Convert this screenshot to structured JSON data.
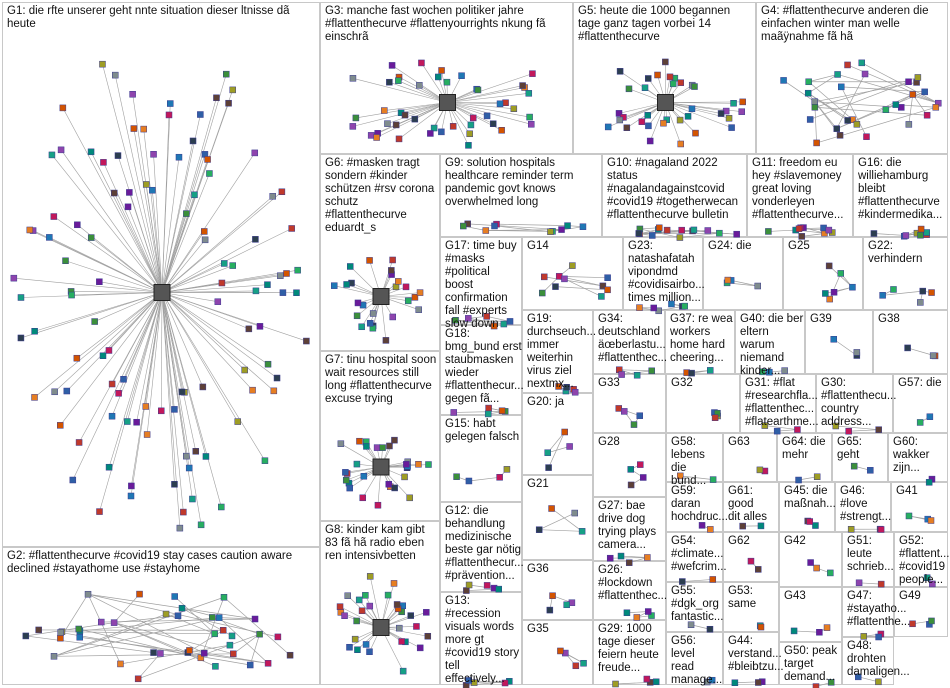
{
  "graph": {
    "edge_color": "#a0a0a0",
    "highlight_edge_color": "#d9534f",
    "node_border_color": "#3b3b8f",
    "groups": [
      {
        "id": "G1",
        "label": "G1: die rfte unserer geht nnte situation dieser ltnisse dã\nheute",
        "hub": true,
        "nodes": 110
      },
      {
        "id": "G2",
        "label": "G2: #flattenthecurve #covid19 stay cases caution aware\ndeclined #stayathome use #stayhome",
        "hub": false,
        "nodes": 40
      },
      {
        "id": "G3",
        "label": "G3: manche fast wochen politiker jahre\n#flattenthecurve #flattenyourrights nkung fã\neinschrã",
        "hub": true,
        "nodes": 45
      },
      {
        "id": "G4",
        "label": "G4: #flattenthecurve anderen die\neinfachen winter man welle\nmaãÿnahme fã hã",
        "hub": false,
        "nodes": 30
      },
      {
        "id": "G5",
        "label": "G5: heute die 1000 begannen\ntage ganz tagen vorbei 14\n#flattenthecurve",
        "hub": true,
        "nodes": 35
      },
      {
        "id": "G6",
        "label": "G6: #masken tragt\nsondern #kinder\nschützen #rsv corona\nschutz\n#flattenthecurve\neduardt_s",
        "hub": true,
        "nodes": 25
      },
      {
        "id": "G7",
        "label": "G7: tinu hospital soon\nwait resources still\nlong #flattenthecurve\nexcuse trying",
        "hub": true,
        "nodes": 28
      },
      {
        "id": "G8",
        "label": "G8: kinder kam gibt\n83 fã hã radio eben\nren intensivbetten",
        "hub": true,
        "nodes": 30
      },
      {
        "id": "G9",
        "label": "G9: solution hospitals\nhealthcare reminder term\npandemic govt knows\noverwhelmed long",
        "hub": false,
        "nodes": 10
      },
      {
        "id": "G10",
        "label": "G10: #nagaland 2022\nstatus\n#nagalandagainstcovid\n#covid19 #togetherwecan\n#flattenthecurve bulletin",
        "hub": false,
        "nodes": 14
      },
      {
        "id": "G11",
        "label": "G11: freedom eu\nhey #slavemoney\ngreat loving\nvonderleyen\n#flattenthecurve...",
        "hub": false,
        "nodes": 10
      },
      {
        "id": "G12",
        "label": "G12: die\nbehandlung\nmedizinische\nbeste gar nötig\n#flattenthecur...\n#prävention...",
        "hub": false,
        "nodes": 5
      },
      {
        "id": "G13",
        "label": "G13:\n#recession\nvisuals words\nmore gt\n#covid19 story\ntell effectively...",
        "hub": false,
        "nodes": 5
      },
      {
        "id": "G14",
        "label": "G14",
        "hub": false,
        "nodes": 10
      },
      {
        "id": "G15",
        "label": "G15: habt\ngelegen falsch",
        "hub": false,
        "nodes": 4
      },
      {
        "id": "G16",
        "label": "G16: die\nwilliehamburg\nbleibt\n#flattenthecurve\n#kindermedika...",
        "hub": false,
        "nodes": 8
      },
      {
        "id": "G17",
        "label": "G17: time buy\n#masks\n#political boost\nconfirmation\nfall #experts\nslow down",
        "hub": false,
        "nodes": 6
      },
      {
        "id": "G18",
        "label": "G18:\nbmg_bund erst\nstaubmasken\nwieder\n#flattenthecur...\ngegen fã...",
        "hub": false,
        "nodes": 5
      },
      {
        "id": "G19",
        "label": "G19:\ndurchseuch...\nimmer\nweiterhin\nvirus ziel\nnextmx...",
        "hub": false,
        "nodes": 5
      },
      {
        "id": "G20",
        "label": "G20: ja",
        "hub": false,
        "nodes": 4
      },
      {
        "id": "G21",
        "label": "G21",
        "hub": false,
        "nodes": 4
      },
      {
        "id": "G22",
        "label": "G22:\nverhindern",
        "hub": false,
        "nodes": 5
      },
      {
        "id": "G23",
        "label": "G23:\nnatashafatah\nvipondmd\n#covidisairbo...\ntimes million...",
        "hub": false,
        "nodes": 6
      },
      {
        "id": "G24",
        "label": "G24: die",
        "hub": false,
        "nodes": 4
      },
      {
        "id": "G25",
        "label": "G25",
        "hub": false,
        "nodes": 6
      },
      {
        "id": "G26",
        "label": "G26:\n#lockdown\n#flattenthec...",
        "hub": false,
        "nodes": 4
      },
      {
        "id": "G27",
        "label": "G27: bae\ndrive dog\ntrying plays\ncamera...",
        "hub": false,
        "nodes": 4
      },
      {
        "id": "G28",
        "label": "G28",
        "hub": false,
        "nodes": 4
      },
      {
        "id": "G29",
        "label": "G29: 1000\ntage dieser\nfeiern heute\nfreude...",
        "hub": false,
        "nodes": 4
      },
      {
        "id": "G30",
        "label": "G30:\n#flattenthecu...\ncountry\naddress...",
        "hub": false,
        "nodes": 3
      },
      {
        "id": "G31",
        "label": "G31: #flat\n#researchfla...\n#flattenthec...\n#flatearthme...",
        "hub": false,
        "nodes": 3
      },
      {
        "id": "G32",
        "label": "G32",
        "hub": false,
        "nodes": 4
      },
      {
        "id": "G33",
        "label": "G33",
        "hub": false,
        "nodes": 4
      },
      {
        "id": "G34",
        "label": "G34:\ndeutschland\näœberlastu...\n#flattenthec...",
        "hub": false,
        "nodes": 4
      },
      {
        "id": "G35",
        "label": "G35",
        "hub": false,
        "nodes": 4
      },
      {
        "id": "G36",
        "label": "G36",
        "hub": false,
        "nodes": 4
      },
      {
        "id": "G37",
        "label": "G37: re wea\nworkers\nhome hard\ncheering...",
        "hub": false,
        "nodes": 3
      },
      {
        "id": "G38",
        "label": "G38",
        "hub": false,
        "nodes": 3
      },
      {
        "id": "G39",
        "label": "G39",
        "hub": false,
        "nodes": 3
      },
      {
        "id": "G40",
        "label": "G40: die ber\neltern warum\nniemand\nkinder...",
        "hub": false,
        "nodes": 3
      },
      {
        "id": "G41",
        "label": "G41",
        "hub": false,
        "nodes": 3
      },
      {
        "id": "G42",
        "label": "G42",
        "hub": false,
        "nodes": 3
      },
      {
        "id": "G43",
        "label": "G43",
        "hub": false,
        "nodes": 3
      },
      {
        "id": "G44",
        "label": "G44:\nverstand...\n#bleibtzu...",
        "hub": false,
        "nodes": 3
      },
      {
        "id": "G45",
        "label": "G45: die\nmaßnah...",
        "hub": false,
        "nodes": 3
      },
      {
        "id": "G46",
        "label": "G46:\n#love\n#strengt...",
        "hub": false,
        "nodes": 3
      },
      {
        "id": "G47",
        "label": "G47:\n#stayatho...\n#flattenthe...",
        "hub": false,
        "nodes": 3
      },
      {
        "id": "G48",
        "label": "G48:\ndrohten\ndamaligen...",
        "hub": false,
        "nodes": 2
      },
      {
        "id": "G49",
        "label": "G49",
        "hub": false,
        "nodes": 3
      },
      {
        "id": "G50",
        "label": "G50: peak\ntarget\ndemand...",
        "hub": false,
        "nodes": 2
      },
      {
        "id": "G51",
        "label": "G51:\nleute\nschrieb...",
        "hub": false,
        "nodes": 2
      },
      {
        "id": "G52",
        "label": "G52:\n#flattent...\n#covid19\npeople...",
        "hub": false,
        "nodes": 2
      },
      {
        "id": "G53",
        "label": "G53:\nsame",
        "hub": false,
        "nodes": 2
      },
      {
        "id": "G54",
        "label": "G54:\n#climate...\n#wefcrim...",
        "hub": false,
        "nodes": 2
      },
      {
        "id": "G55",
        "label": "G55:\n#dgk_org\nfantastic...",
        "hub": false,
        "nodes": 2
      },
      {
        "id": "G56",
        "label": "G56: level\nread\nmanage...",
        "hub": false,
        "nodes": 2
      },
      {
        "id": "G57",
        "label": "G57: die",
        "hub": false,
        "nodes": 2
      },
      {
        "id": "G58",
        "label": "G58:\nlebens die\nbund...",
        "hub": false,
        "nodes": 2
      },
      {
        "id": "G59",
        "label": "G59:\ndaran\nhochdruc...",
        "hub": false,
        "nodes": 2
      },
      {
        "id": "G60",
        "label": "G60:\nwakker\nzijn...",
        "hub": false,
        "nodes": 2
      },
      {
        "id": "G61",
        "label": "G61: good\ndit alles",
        "hub": false,
        "nodes": 2
      },
      {
        "id": "G62",
        "label": "G62",
        "hub": false,
        "nodes": 2
      },
      {
        "id": "G63",
        "label": "G63",
        "hub": false,
        "nodes": 2
      },
      {
        "id": "G64",
        "label": "G64: die\nmehr",
        "hub": false,
        "nodes": 2
      },
      {
        "id": "G65",
        "label": "G65: geht",
        "hub": false,
        "nodes": 2
      }
    ]
  }
}
